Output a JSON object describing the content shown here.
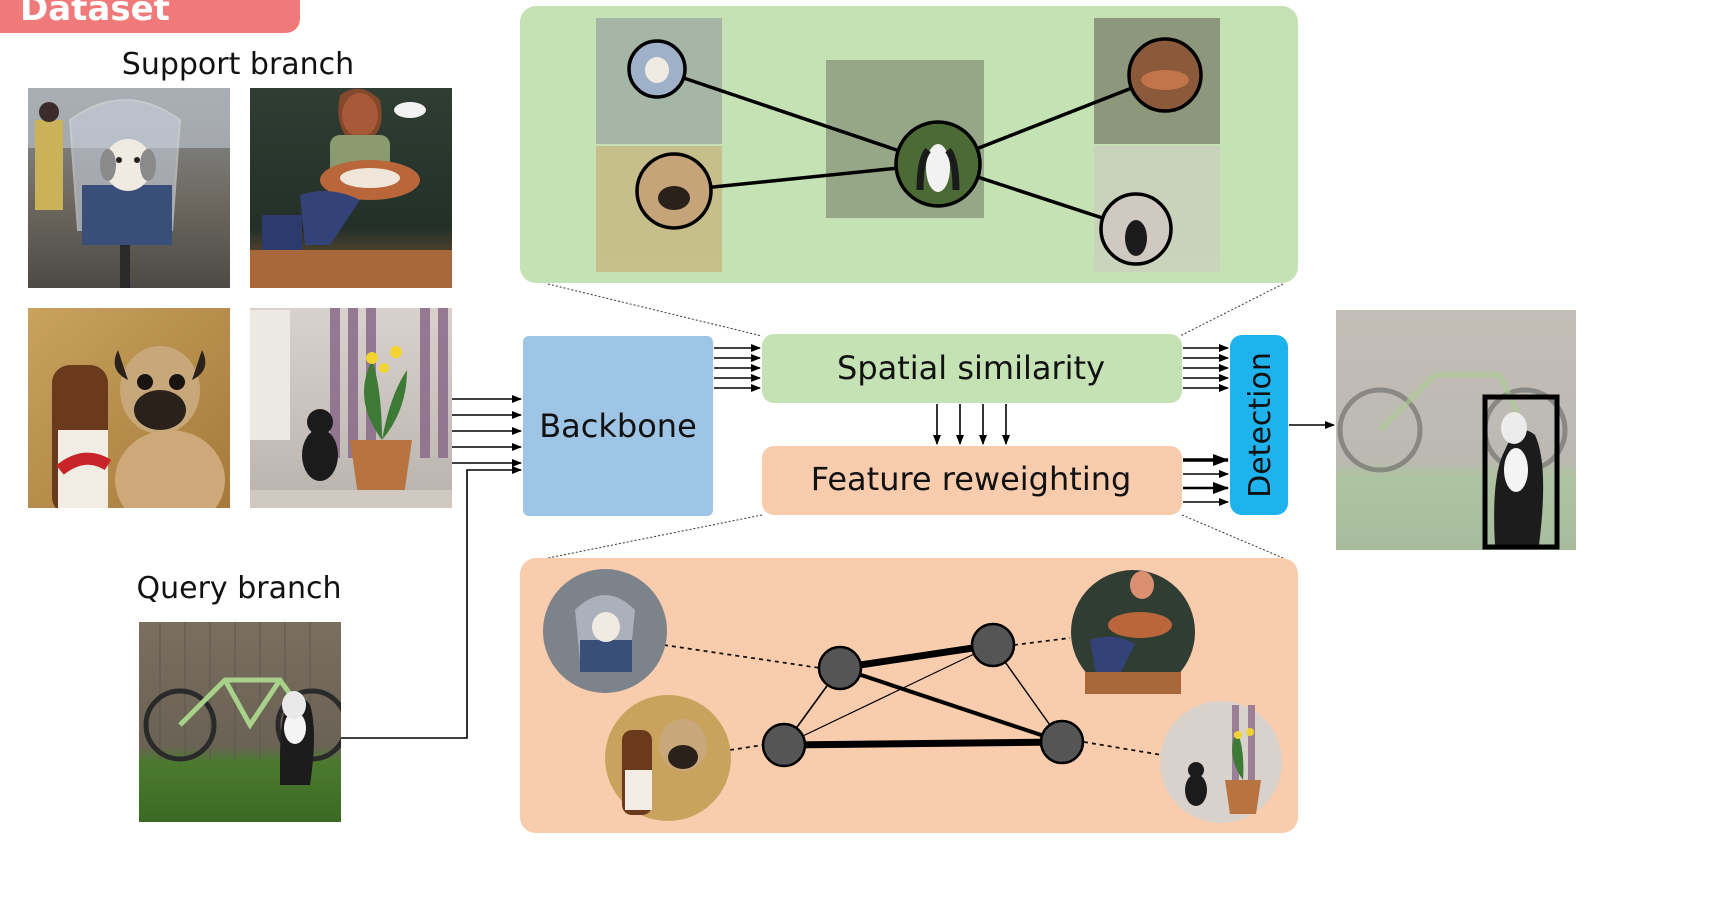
{
  "header_tab": {
    "text": "Dataset"
  },
  "support_branch": {
    "title": "Support branch"
  },
  "query_branch": {
    "title": "Query branch"
  },
  "blocks": {
    "backbone": "Backbone",
    "spatial_similarity": "Spatial similarity",
    "feature_reweighting": "Feature reweighting",
    "detection": "Detection"
  },
  "colors": {
    "tab": "#f07a7a",
    "green_panel": "#c5e2b4",
    "green_block": "#c5e2b4",
    "blue_block": "#9ec4e6",
    "orange_panel": "#f8ccad",
    "orange_block": "#f8ccad",
    "detection_block": "#1fb3ee",
    "node": "#555555"
  },
  "images": {
    "support_1": "dog-in-bike-basket",
    "support_2": "woman-with-dog-on-couch",
    "support_3": "pug-with-bottle",
    "support_4": "black-poodle-with-plant",
    "query": "dog-with-bicycle",
    "output": "detected-dog"
  }
}
